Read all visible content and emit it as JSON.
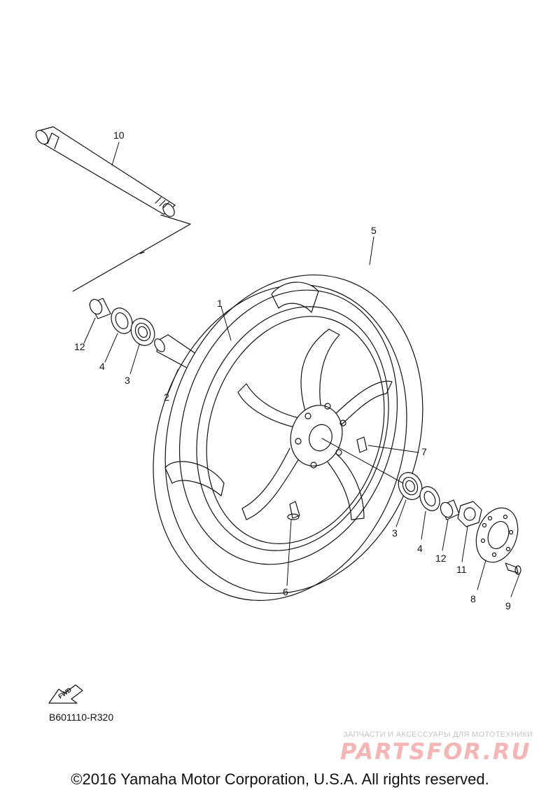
{
  "diagram": {
    "part_numbers": {
      "p1": "1",
      "p2": "2",
      "p3a": "3",
      "p3b": "3",
      "p4a": "4",
      "p4b": "4",
      "p5": "5",
      "p6": "6",
      "p7": "7",
      "p8": "8",
      "p9": "9",
      "p10": "10",
      "p11": "11",
      "p12a": "12",
      "p12b": "12"
    },
    "fwd_label": "FWD",
    "reference_code": "B601110-R320"
  },
  "watermark": {
    "tagline": "ЗАПЧАСТИ И АКСЕССУАРЫ ДЛЯ МОТОТЕХНИКИ",
    "brand": "PARTSFOR.RU"
  },
  "footer": {
    "copyright": "©2016 Yamaha Motor Corporation, U.S.A. All rights reserved."
  },
  "colors": {
    "line": "#111111",
    "watermark_brand": "#f3b5b5",
    "watermark_tagline": "#c4c4c4"
  }
}
